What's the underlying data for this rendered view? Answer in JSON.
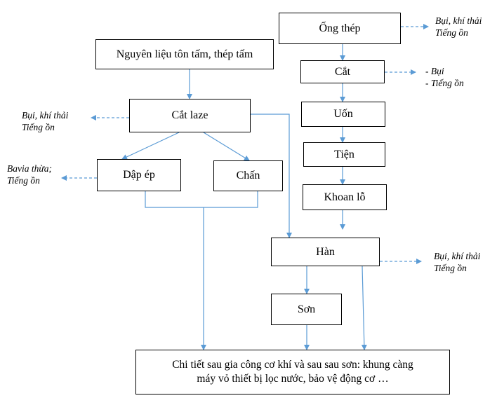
{
  "boxes": {
    "raw_material": "Nguyên liệu tôn tấm, thép tấm",
    "laser_cut": "Cắt laze",
    "press": "Dập ép",
    "bend": "Chấn",
    "steel_pipe": "Ống thép",
    "cut": "Cắt",
    "roll_bend": "Uốn",
    "turning": "Tiện",
    "drilling": "Khoan lỗ",
    "welding": "Hàn",
    "painting": "Sơn",
    "final_line1": "Chi tiết sau gia công cơ khí và sau sau sơn: khung càng",
    "final_line2": "máy vỏ thiết bị lọc nước, bảo vệ động cơ …"
  },
  "notes": {
    "pipe": [
      "Bụi, khí thải",
      "Tiếng ồn"
    ],
    "cut": [
      "- Bụi",
      "- Tiếng ồn"
    ],
    "laser": [
      "Bụi, khí thải",
      "Tiếng ồn"
    ],
    "press": [
      "Bavia thừa;",
      "Tiếng ồn"
    ],
    "weld": [
      "Bụi, khí thải",
      "Tiếng ồn"
    ]
  },
  "colors": {
    "arrow": "#5b9bd5",
    "border": "#000000"
  }
}
